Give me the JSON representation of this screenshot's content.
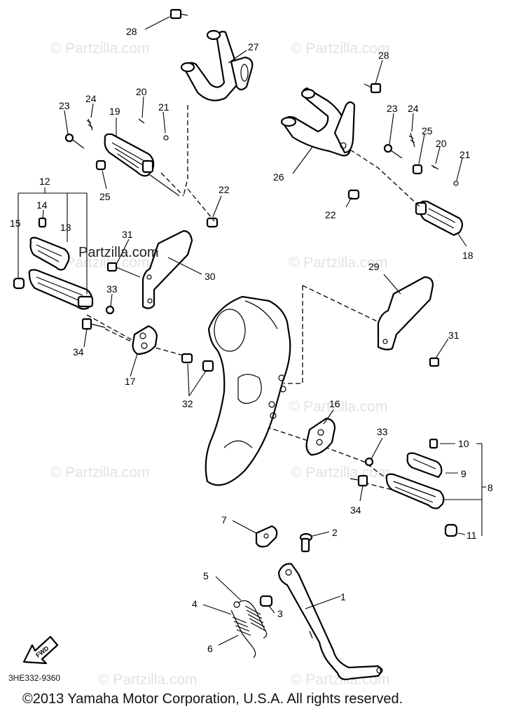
{
  "watermarks": [
    "© Partzilla.com",
    "© Partzilla.com",
    "© Partzilla.com",
    "© Partzilla.com",
    "© Partzilla.com",
    "© Partzilla.com",
    "© Partzilla.com",
    "© Partzilla.com",
    "© Partzilla.com"
  ],
  "overlay_text": "Partzilla.com",
  "diagram_code": "3HE332-9360",
  "copyright": "©2013  Yamaha Motor Corporation, U.S.A. All rights reserved.",
  "fwd_label": "FWD",
  "labels": {
    "p1": "1",
    "p2": "2",
    "p3": "3",
    "p4": "4",
    "p5": "5",
    "p6": "6",
    "p7": "7",
    "p8": "8",
    "p9": "9",
    "p10": "10",
    "p11": "11",
    "p12": "12",
    "p13": "13",
    "p14": "14",
    "p15": "15",
    "p16": "16",
    "p17": "17",
    "p18": "18",
    "p19": "19",
    "p20a": "20",
    "p20b": "20",
    "p21a": "21",
    "p21b": "21",
    "p22a": "22",
    "p22b": "22",
    "p23a": "23",
    "p23b": "23",
    "p24a": "24",
    "p24b": "24",
    "p25a": "25",
    "p25b": "25",
    "p26": "26",
    "p27": "27",
    "p28a": "28",
    "p28b": "28",
    "p29": "29",
    "p30": "30",
    "p31a": "31",
    "p31b": "31",
    "p32": "32",
    "p33a": "33",
    "p33b": "33",
    "p34a": "34",
    "p34b": "34"
  },
  "colors": {
    "line": "#000000",
    "watermark": "#e3e3e3",
    "background": "#ffffff"
  }
}
